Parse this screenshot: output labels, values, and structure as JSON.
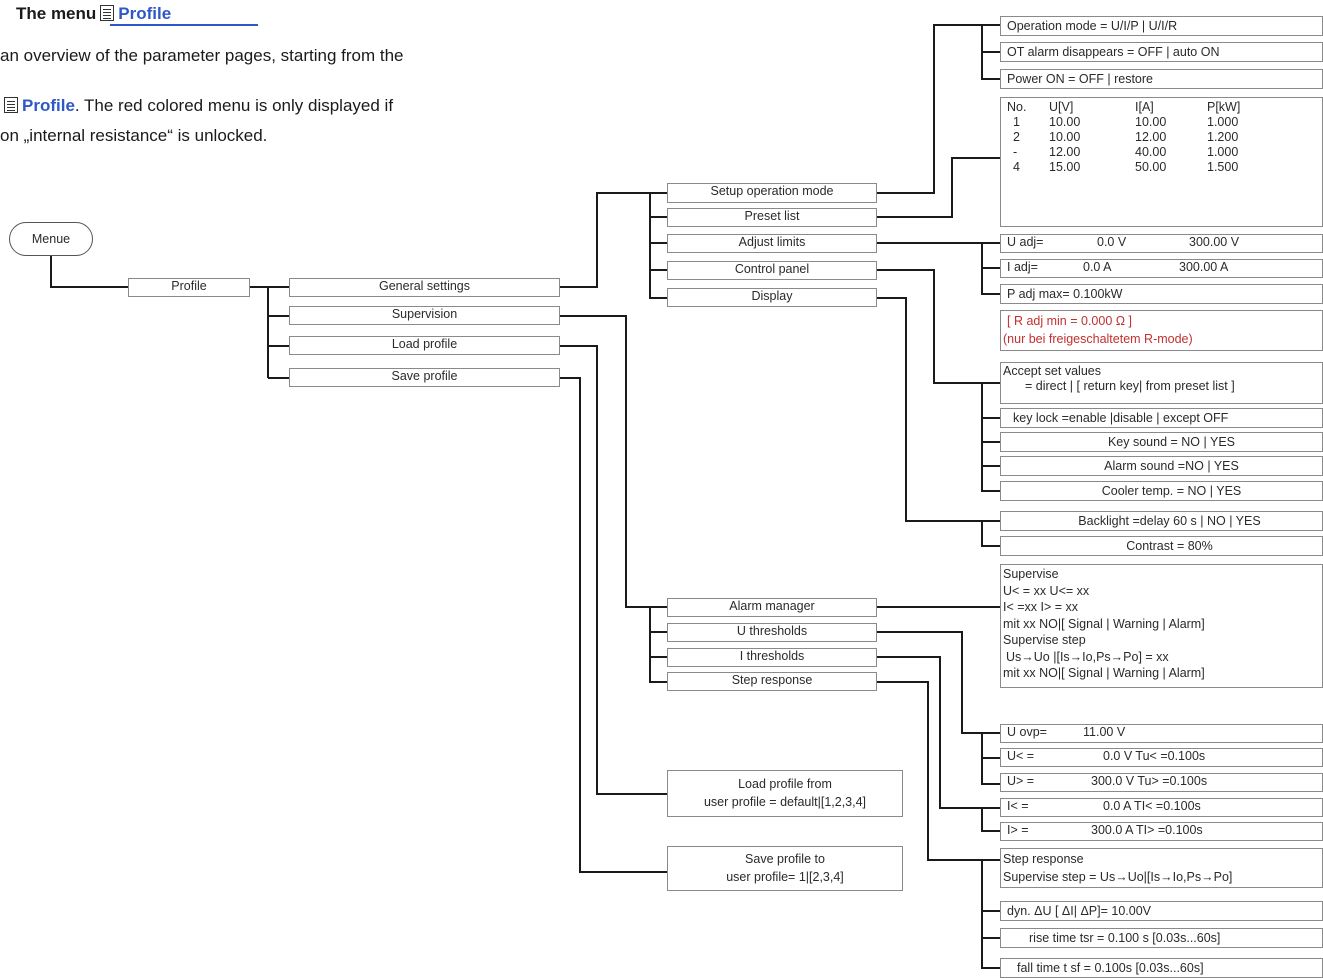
{
  "header": {
    "title_prefix": "The menu",
    "title_link": "Profile",
    "line1": "an overview of the parameter pages, starting from the",
    "line2_link": "Profile",
    "line2_rest": ". The red colored menu is only displayed if",
    "line3": "on „internal resistance“ is unlocked."
  },
  "root": "Menue",
  "profile": "Profile",
  "main_items": {
    "general": "General settings",
    "supervision": "Supervision",
    "load": "Load  profile",
    "save": "Save profile"
  },
  "general_items": {
    "setup": "Setup  operation mode",
    "preset": "Preset list",
    "adjust": "Adjust limits",
    "control": "Control panel",
    "display": "Display"
  },
  "setup_options": {
    "opmode": "Operation mode  =  U/I/P | U/I/R",
    "ot": "OT alarm disappears = OFF  |  auto ON",
    "power": "Power ON = OFF  |  restore"
  },
  "preset_table": {
    "headers": [
      "No.",
      "U[V]",
      "I[A]",
      "P[kW]"
    ],
    "rows": [
      [
        "1",
        "10.00",
        "10.00",
        "1.000"
      ],
      [
        "2",
        "10.00",
        "12.00",
        "1.200"
      ],
      [
        "-",
        "12.00",
        "40.00",
        "1.000"
      ],
      [
        "4",
        "15.00",
        "50.00",
        "1.500"
      ]
    ]
  },
  "adjust_limits": {
    "u": {
      "label": "U adj=",
      "min": "0.0 V",
      "max": "300.00 V"
    },
    "i": {
      "label": "I adj=",
      "min": "0.0 A",
      "max": "300.00 A"
    },
    "p": "P adj max= 0.100kW",
    "r1": "[  R adj min = 0.000 Ω  ]",
    "r2": "(nur bei freigeschaltetem R-mode)"
  },
  "control_panel": {
    "accept1": "Accept set values",
    "accept2": "= direct | [ return key| from preset list ]",
    "keylock": "key lock =enable |disable  | except OFF",
    "keysound": "Key sound =  NO | YES",
    "alarmsound": "Alarm sound  =NO | YES",
    "cooler": "Cooler temp.  = NO | YES"
  },
  "display_opts": {
    "backlight": "Backlight  =delay 60 s | NO | YES",
    "contrast": "Contrast = 80%"
  },
  "supervision_items": {
    "alarm": "Alarm manager",
    "uthr": "U thresholds",
    "ithr": "I thresholds",
    "step": "Step response"
  },
  "alarm_manager": {
    "l1": "Supervise",
    "l2": "U< = xx    U<= xx",
    "l3": "I< =xx       I> = xx",
    "l4": "mit xx NO|[ Signal | Warning | Alarm]",
    "l5": "Supervise step",
    "l6": "Us→Uo |[Is→Io,Ps→Po] = xx",
    "l7": "mit xx NO|[ Signal | Warning | Alarm]"
  },
  "u_thresholds": {
    "ovp_label": "U ovp=",
    "ovp_val": "11.00 V",
    "ulow_label": "U< =",
    "ulow_val": "0.0 V   Tu< =0.100s",
    "uhigh_label": "U> =",
    "uhigh_val": "300.0 V Tu> =0.100s"
  },
  "i_thresholds": {
    "ilow_label": "I< =",
    "ilow_val": "0.0 A   TI< =0.100s",
    "ihigh_label": "I> =",
    "ihigh_val": "300.0 A TI> =0.100s"
  },
  "step_response": {
    "l1": "Step response",
    "l2": "Supervise step  = Us→Uo|[Is→Io,Ps→Po]",
    "dyn": "dyn.  ΔU [ ΔI| ΔP]= 10.00V",
    "rise": "rise time tsr = 0.100 s  [0.03s...60s]",
    "fall": "fall time  t sf =  0.100s      [0.03s...60s]"
  },
  "load_profile": {
    "l1": "Load profile from",
    "l2": "user profile = default|[1,2,3,4]"
  },
  "save_profile": {
    "l1": "Save profile to",
    "l2": "user profile=       1|[2,3,4]"
  },
  "colors": {
    "red_text": "#c2302f",
    "link": "#2e58c8",
    "lines": "#1a1a1a",
    "borders": "#8a8a8a"
  }
}
